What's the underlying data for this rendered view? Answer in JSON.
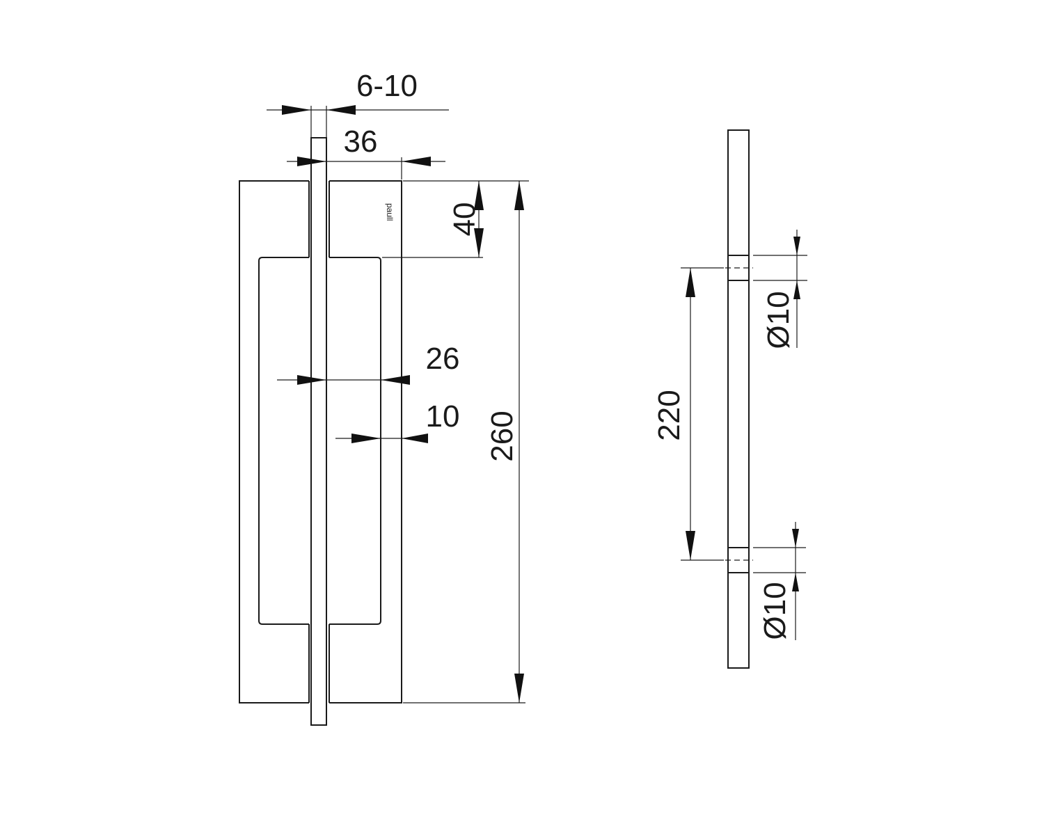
{
  "drawing": {
    "brand_mark": "paull",
    "colors": {
      "glass": "#bfe4f7",
      "line": "#1a1a1a"
    },
    "front_view": {
      "glass_thickness": "6-10",
      "plate_depth": "36",
      "top_section": "40",
      "grip_depth": "26",
      "grip_inset": "10",
      "total_height": "260"
    },
    "side_view": {
      "hole_spacing": "220",
      "hole_top_diameter": "Ø10",
      "hole_bottom_diameter": "Ø10"
    }
  }
}
